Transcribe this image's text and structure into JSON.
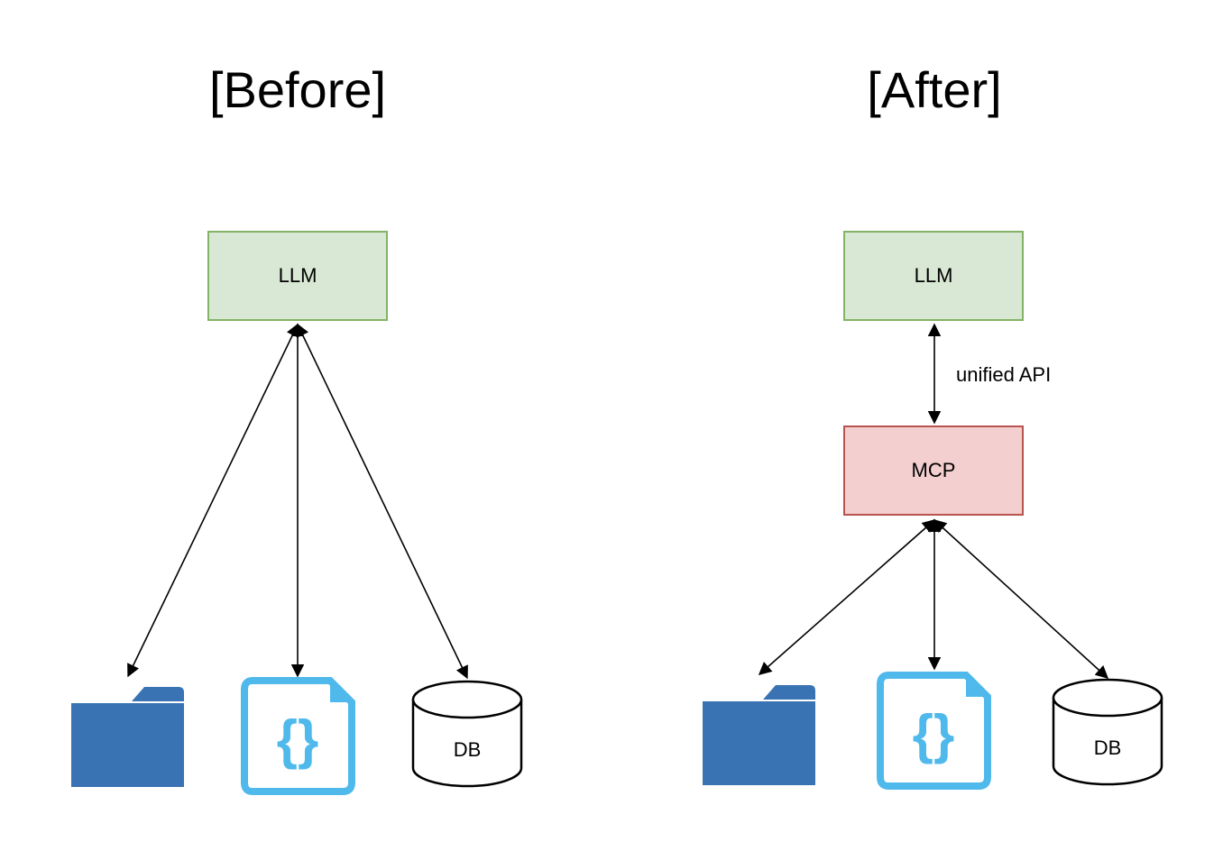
{
  "before": {
    "title": "[Before]",
    "llm_label": "LLM",
    "db_label": "DB"
  },
  "after": {
    "title": "[After]",
    "llm_label": "LLM",
    "mcp_label": "MCP",
    "edge_label": "unified API",
    "db_label": "DB"
  },
  "colors": {
    "llm_fill": "#d9e8d4",
    "llm_stroke": "#82b366",
    "mcp_fill": "#f3cfcf",
    "mcp_stroke": "#b85450",
    "folder": "#3a73b3",
    "json_icon": "#4fb9eb"
  },
  "icons": [
    "folder-icon",
    "json-file-icon",
    "database-icon"
  ]
}
